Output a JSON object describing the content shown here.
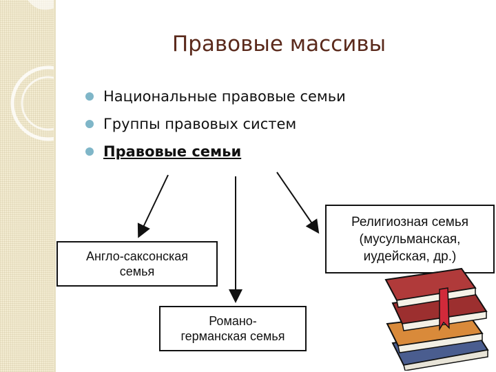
{
  "slide": {
    "title": "Правовые массивы",
    "bullets": [
      {
        "text": "Национальные правовые семьи"
      },
      {
        "text": " Группы правовых систем"
      },
      {
        "text": " Правовые семьи"
      }
    ],
    "boxes": {
      "anglo": "Англо-саксонская\nсемья",
      "romano": "Романо-\nгерманская семья",
      "religious": "Религиозная семья\n(мусульманская,\nиудейская, др.)"
    }
  },
  "colors": {
    "title": "#5b2a1c",
    "bullet_dot": "#7fb6c8",
    "strip": "#f3ecd2"
  },
  "icons": [
    "decorative-circles",
    "books-clipart"
  ]
}
